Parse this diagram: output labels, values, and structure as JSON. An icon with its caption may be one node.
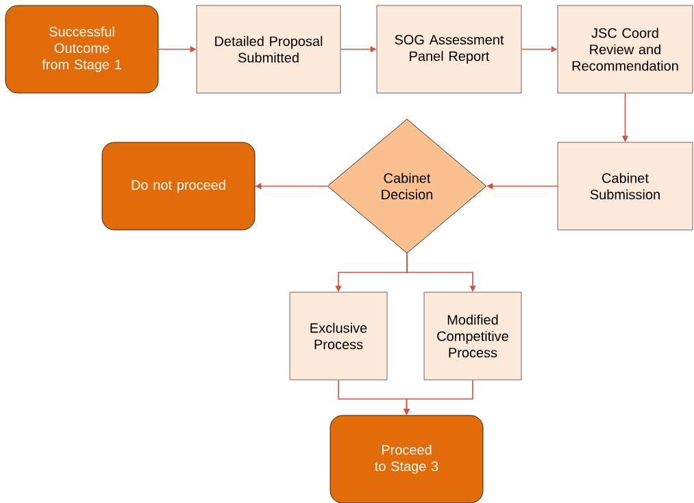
{
  "diagram": {
    "nodes": [
      {
        "text": [
          "Successful Outcome from Stage 1"
        ]
      },
      {
        "text": [
          "Detailed Proposal Submitted"
        ]
      },
      {
        "text": [
          "SOG Assessment Panel Report"
        ]
      },
      {
        "text": [
          "JSC Coord Review and Recommendation"
        ]
      },
      {
        "text": [
          "Cabinet Submission"
        ]
      },
      {
        "text": [
          "Cabinet Decision"
        ]
      },
      {
        "text": [
          "Do not proceed"
        ]
      },
      {
        "text": [
          "Exclusive Process"
        ]
      },
      {
        "text": [
          "Modified Competitive Process"
        ]
      },
      {
        "text": [
          "Proceed to Stage 3"
        ]
      }
    ],
    "edges": [
      {
        "from": 0,
        "to": 1,
        "arrow": "to"
      },
      {
        "from": 1,
        "to": 2,
        "arrow": "to"
      },
      {
        "from": 2,
        "to": 3,
        "arrow": "to"
      },
      {
        "from": 3,
        "to": 4,
        "arrow": "to"
      },
      {
        "from": 4,
        "to": 5,
        "arrow": "to"
      },
      {
        "from": 5,
        "to": 6,
        "arrow": "to"
      },
      {
        "from": 5,
        "to": 7,
        "arrow": "to"
      },
      {
        "from": 5,
        "to": 8,
        "arrow": "to"
      },
      {
        "from": 7,
        "to": 9,
        "arrow": "to"
      },
      {
        "from": 8,
        "to": 9,
        "arrow": "to"
      }
    ]
  }
}
